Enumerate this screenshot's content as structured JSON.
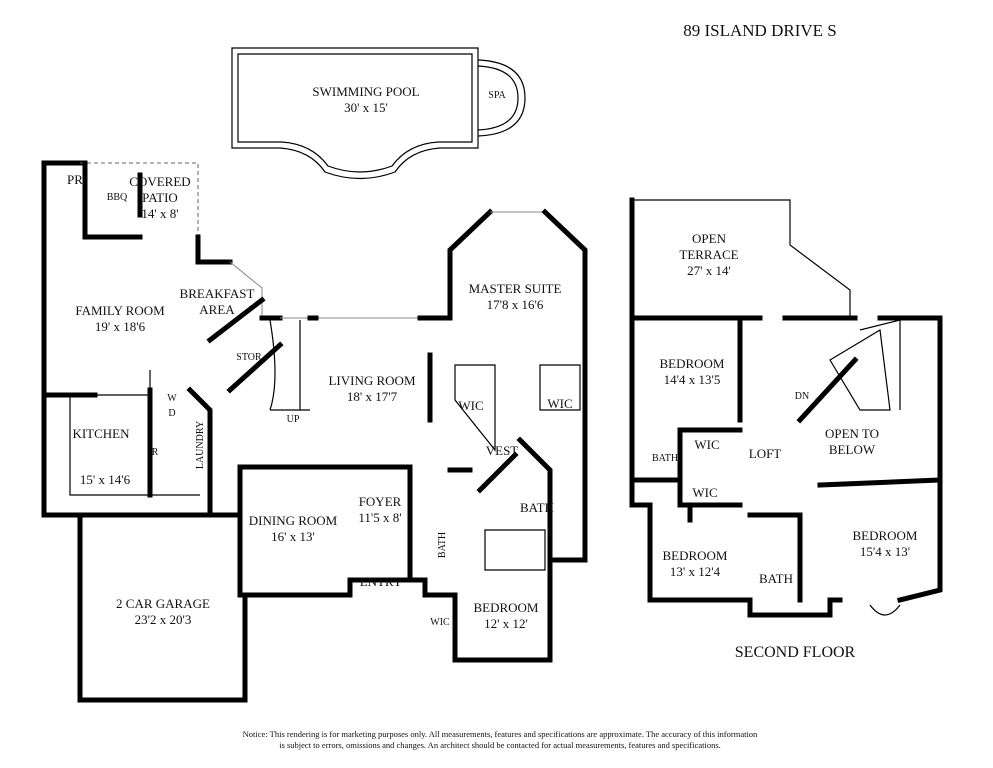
{
  "title": "89 ISLAND DRIVE S",
  "second_floor_label": "SECOND FLOOR",
  "pool": {
    "name": "SWIMMING POOL",
    "dims": "30' x 15'",
    "spa": "SPA"
  },
  "first_floor": {
    "pr": "PR",
    "bbq": "BBQ",
    "covered_patio": {
      "name1": "COVERED",
      "name2": "PATIO",
      "dims": "14' x 8'"
    },
    "family_room": {
      "name": "FAMILY ROOM",
      "dims": "19' x 18'6"
    },
    "breakfast": {
      "name1": "BREAKFAST",
      "name2": "AREA"
    },
    "stor": "STOR",
    "up": "UP",
    "kitchen": {
      "name": "KITCHEN",
      "dims": "15' x 14'6"
    },
    "w": "W",
    "d": "D",
    "r": "R",
    "laundry": "LAUNDRY",
    "living_room": {
      "name": "LIVING ROOM",
      "dims": "18' x 17'7"
    },
    "master_suite": {
      "name": "MASTER SUITE",
      "dims": "17'8 x 16'6"
    },
    "wic1": "WIC",
    "wic2": "WIC",
    "vest": "VEST",
    "bath": "BATH",
    "dining_room": {
      "name": "DINING ROOM",
      "dims": "16' x 13'"
    },
    "foyer": {
      "name": "FOYER",
      "dims": "11'5 x 8'"
    },
    "foyer_bath": "BATH",
    "entry": "ENTRY",
    "bedroom": {
      "name": "BEDROOM",
      "dims": "12' x 12'"
    },
    "bedroom_wic": "WIC",
    "garage": {
      "name": "2 CAR GARAGE",
      "dims": "23'2 x 20'3"
    }
  },
  "second_floor": {
    "open_terrace": {
      "name1": "OPEN",
      "name2": "TERRACE",
      "dims": "27' x 14'"
    },
    "bedroom1": {
      "name": "BEDROOM",
      "dims": "14'4 x 13'5"
    },
    "dn": "DN",
    "open_to_below": {
      "name1": "OPEN TO",
      "name2": "BELOW"
    },
    "bath1": "BATH",
    "wic1": "WIC",
    "wic2": "WIC",
    "loft": "LOFT",
    "bedroom2": {
      "name": "BEDROOM",
      "dims": "13' x 12'4"
    },
    "bath2": "BATH",
    "bedroom3": {
      "name": "BEDROOM",
      "dims": "15'4 x 13'"
    }
  },
  "notice": {
    "line1": "Notice: This rendering is for marketing purposes only. All measurements, features and specifications are approximate. The accuracy of this information",
    "line2": "is subject to errors, omissions and changes. An architect should be contacted for actual measurements, features and specifications."
  }
}
